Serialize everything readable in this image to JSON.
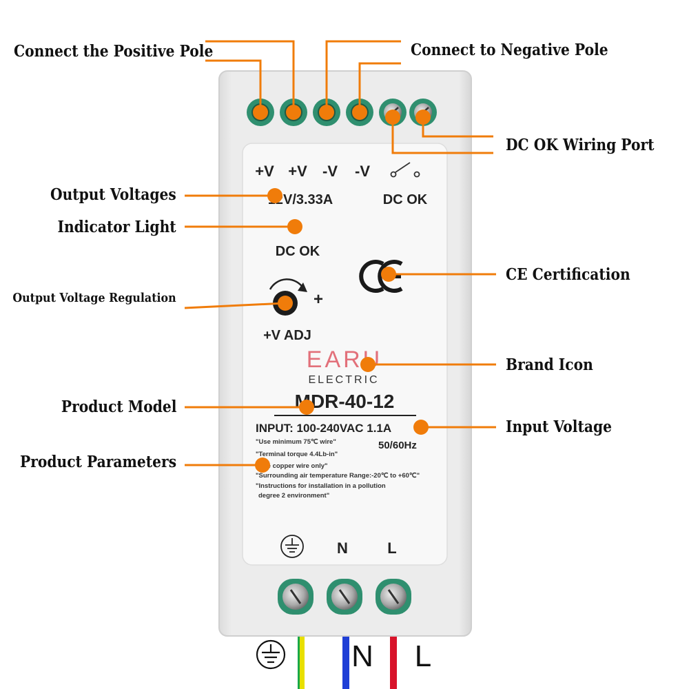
{
  "callouts": {
    "positive_pole": "Connect the Positive Pole",
    "negative_pole": "Connect to Negative Pole",
    "dc_ok_port": "DC OK Wiring Port",
    "output_voltages": "Output Voltages",
    "indicator_light": "Indicator Light",
    "ce_certification": "CE Certification",
    "voltage_regulation": "Output Voltage Regulation",
    "brand_icon": "Brand Icon",
    "product_model": "Product Model",
    "input_voltage": "Input Voltage",
    "product_parameters": "Product Parameters"
  },
  "label": {
    "terminal_plus_1": "+V",
    "terminal_plus_2": "+V",
    "terminal_minus_1": "-V",
    "terminal_minus_2": "-V",
    "output_rating": "12V/3.33A",
    "dc_ok_top": "DC OK",
    "indicator_caption": "DC OK",
    "adj_plus": "+",
    "adj_label": "+V ADJ",
    "ce_mark": "CE",
    "brand_name": "EARU",
    "brand_sub": "ELECTRIC",
    "model": "MDR-40-12",
    "input_line": "INPUT: 100-240VAC  1.1A",
    "frequency": "50/60Hz",
    "note_1": "\"Use minimum 75℃ wire\"",
    "note_2": "\"Terminal torque 4.4Lb-in\"",
    "note_3": "\"Use copper wire only\"",
    "note_4": "\"Surrounding air temperature Range:-20℃  to +60℃\"",
    "note_5": "\"Instructions for installation in a pollution",
    "note_6": "degree 2 environment\"",
    "bottom_n": "N",
    "bottom_l": "L"
  },
  "wires": {
    "n_label": "N",
    "l_label": "L"
  },
  "colors": {
    "accent_orange": "#f07c0a",
    "housing": "#e9e9e9",
    "panel": "#f7f7f7",
    "terminal_green": "#2f8f6f",
    "brand_red": "#e2707a",
    "wire_blue": "#1f3fd6",
    "wire_red": "#d8132a",
    "wire_yellow": "#e8e000",
    "wire_green": "#19a848"
  }
}
